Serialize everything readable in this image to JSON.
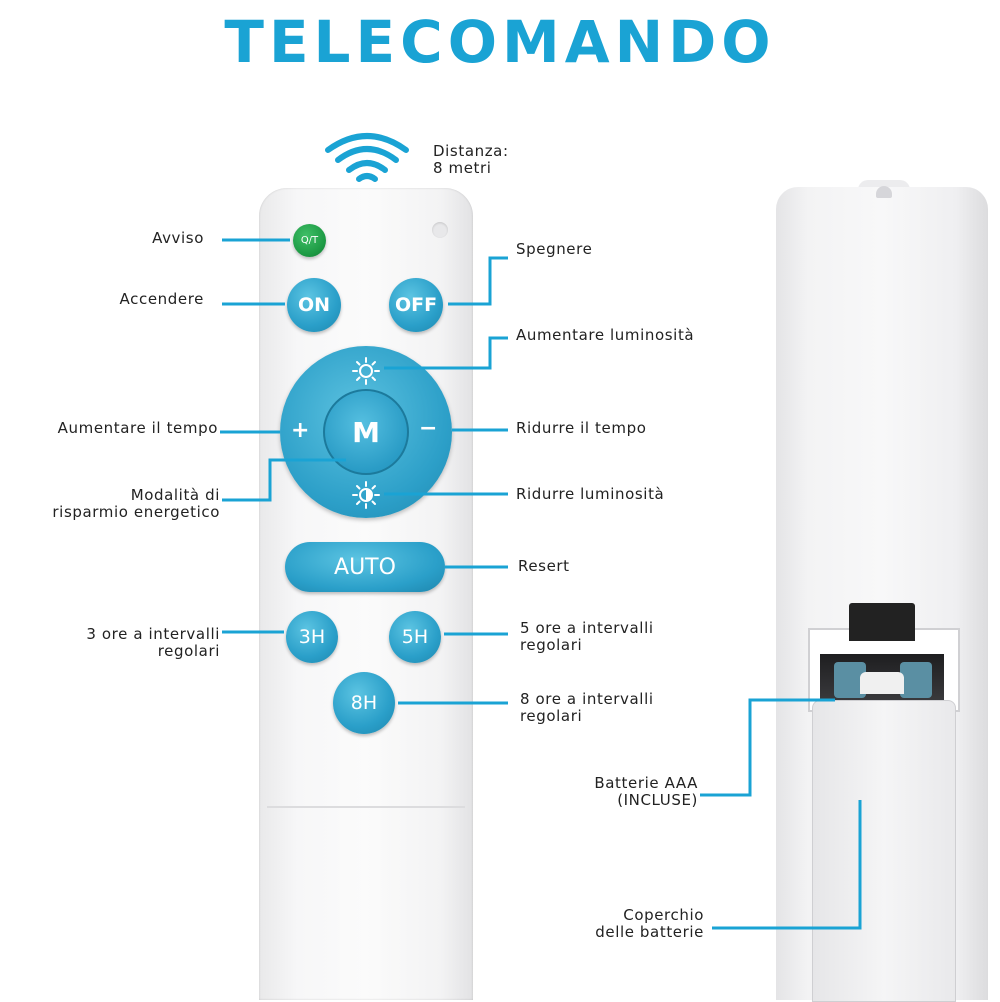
{
  "title": "TELECOMANDO",
  "colors": {
    "accent": "#1aa3d4",
    "button_blue": "#2a9fc9",
    "button_green": "#1d9a44"
  },
  "signal": {
    "icon": "wifi-signal-icon",
    "label_line1": "Distanza:",
    "label_line2": "8 metri"
  },
  "buttons": {
    "qt": "Q/T",
    "on": "ON",
    "off": "OFF",
    "mode": "M",
    "plus": "+",
    "minus": "−",
    "auto": "AUTO",
    "h3": "3H",
    "h5": "5H",
    "h8": "8H"
  },
  "labels": {
    "avviso": "Avviso",
    "accendere": "Accendere",
    "spegnere": "Spegnere",
    "aumentare_luminosita": "Aumentare luminosità",
    "aumentare_tempo": "Aumentare il tempo",
    "ridurre_tempo": "Ridurre il tempo",
    "modalita_line1": "Modalità di",
    "modalita_line2": "risparmio energetico",
    "ridurre_luminosita": "Ridurre luminosità",
    "resert": "Resert",
    "ore3_line1": "3 ore a intervalli",
    "ore3_line2": "regolari",
    "ore5_line1": "5 ore a intervalli",
    "ore5_line2": "regolari",
    "ore8_line1": "8 ore a intervalli",
    "ore8_line2": "regolari",
    "batterie_line1": "Batterie AAA",
    "batterie_line2": "(INCLUSE)",
    "coperchio_line1": "Coperchio",
    "coperchio_line2": "delle batterie"
  }
}
